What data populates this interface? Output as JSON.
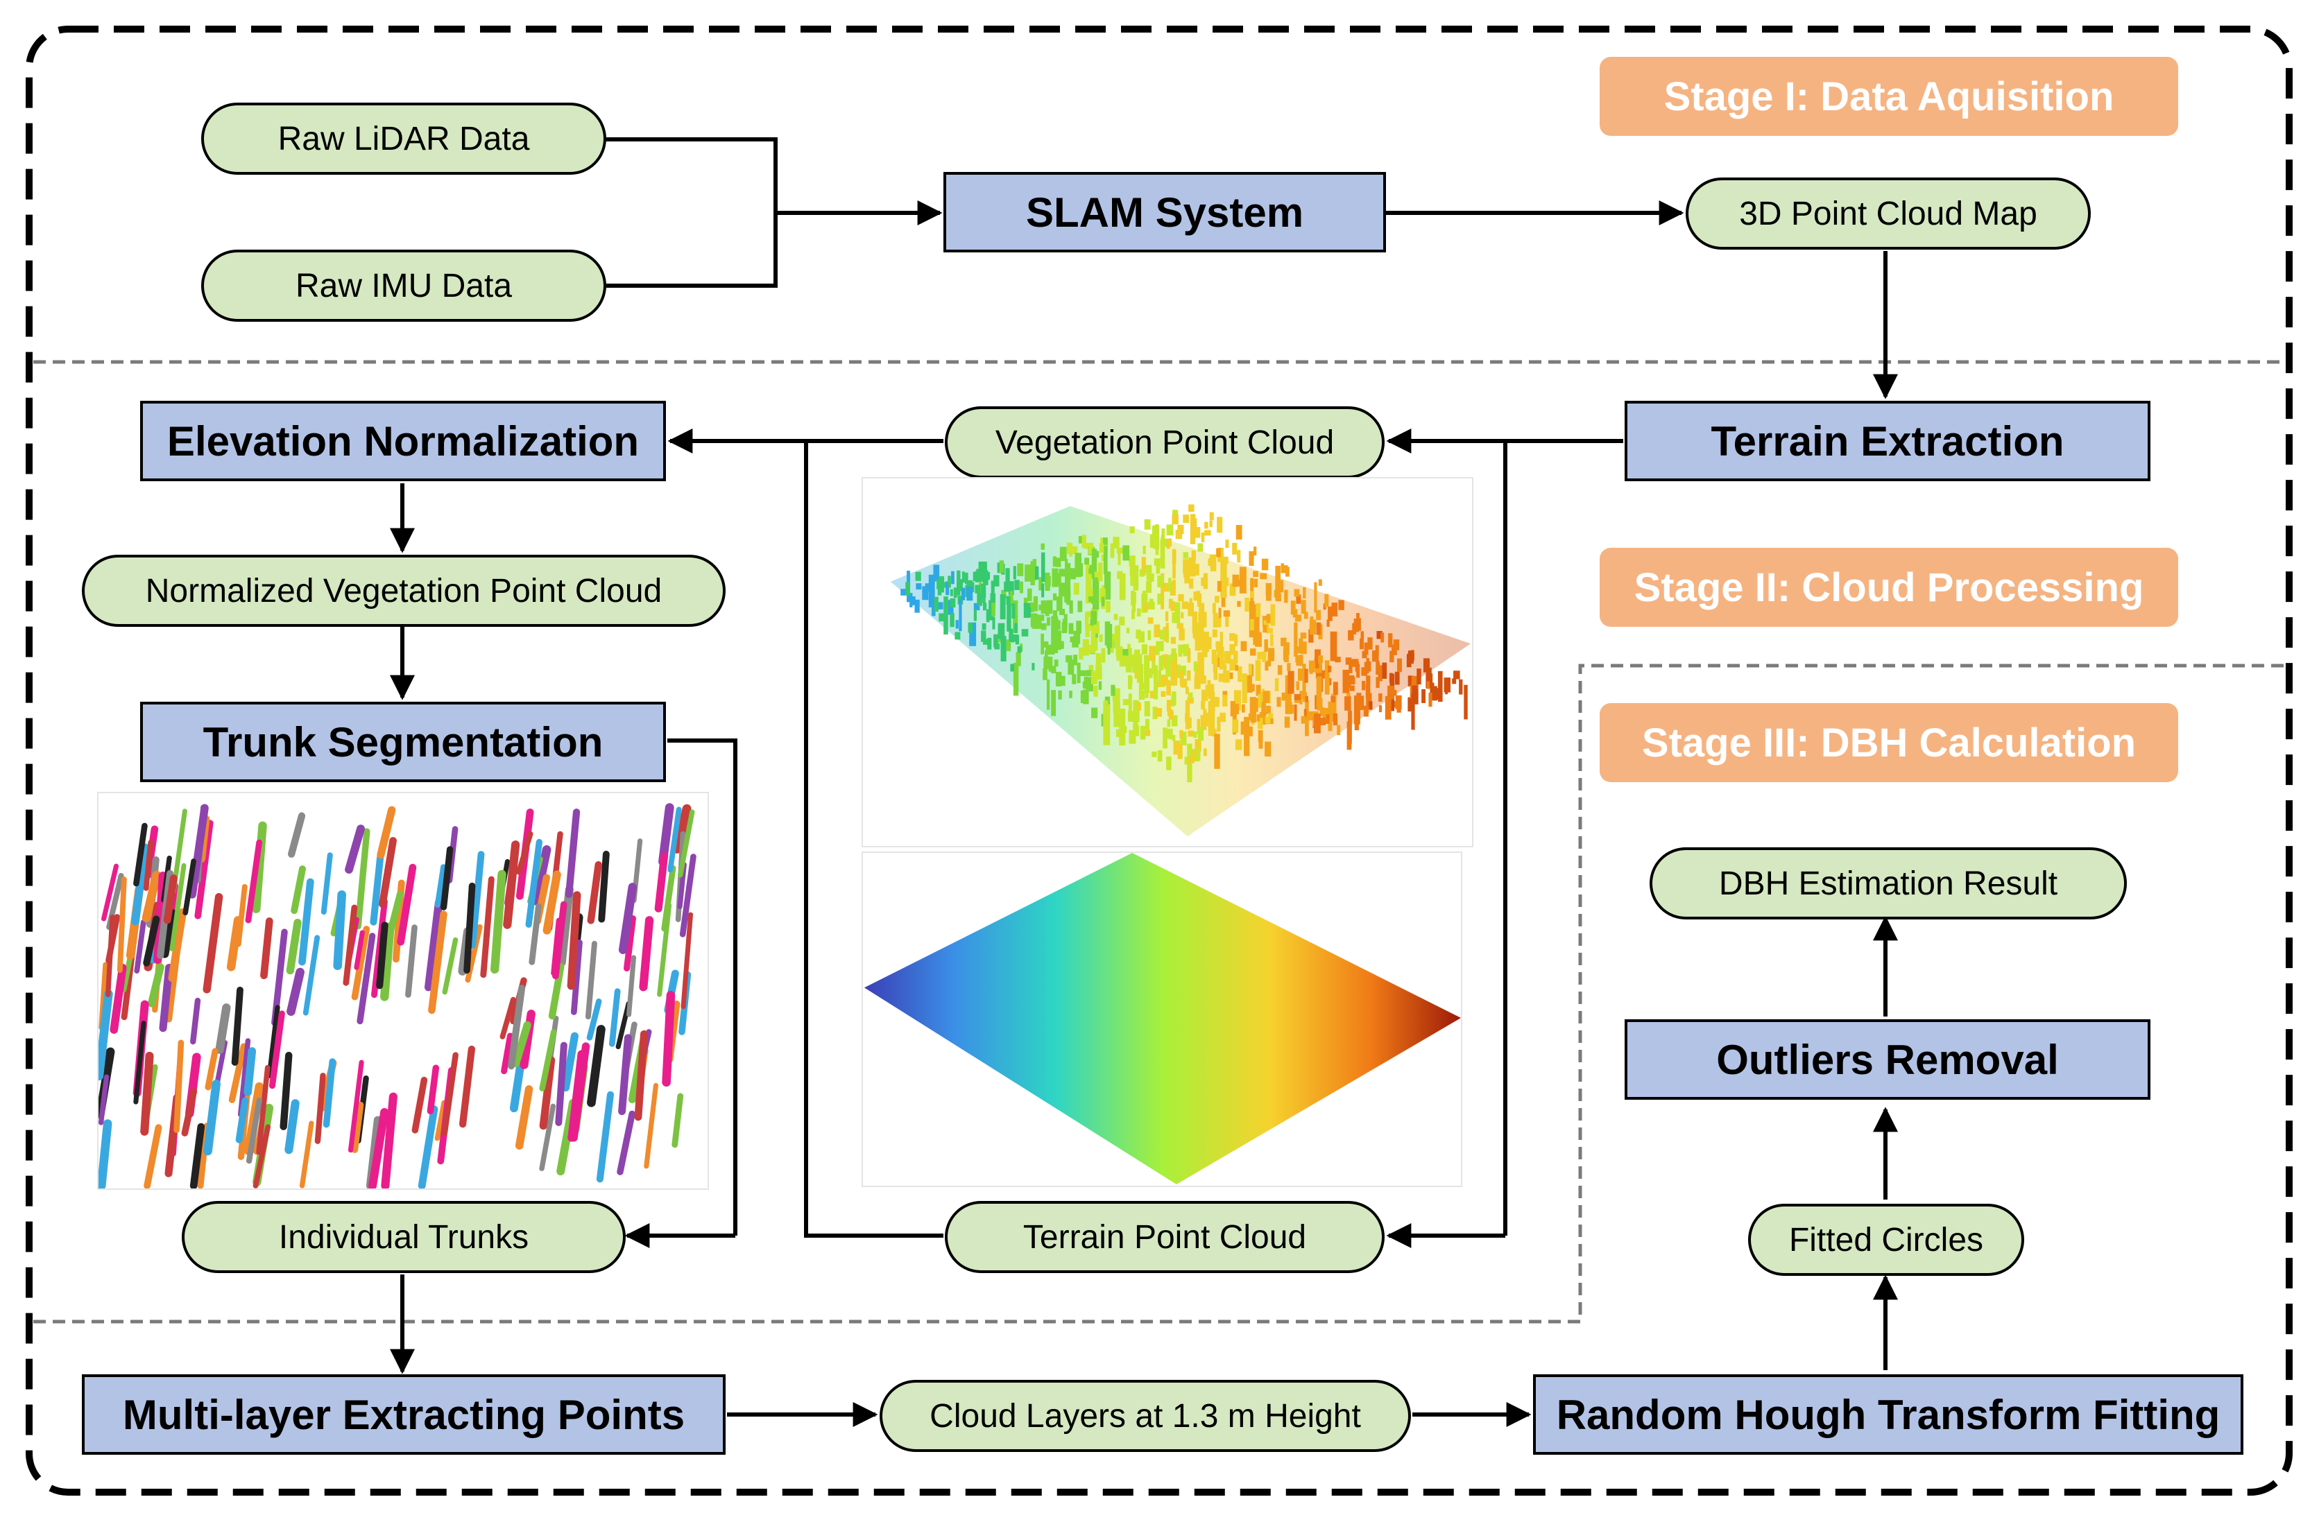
{
  "stages": {
    "s1": "Stage I: Data Aquisition",
    "s2": "Stage II: Cloud Processing",
    "s3": "Stage III: DBH Calculation"
  },
  "nodes": {
    "raw_lidar": "Raw LiDAR Data",
    "raw_imu": "Raw IMU Data",
    "slam": "SLAM System",
    "point_cloud_map": "3D Point Cloud Map",
    "terrain_extraction": "Terrain Extraction",
    "vegetation_cloud": "Vegetation Point Cloud",
    "elevation_norm": "Elevation Normalization",
    "normalized_cloud": "Normalized Vegetation Point Cloud",
    "trunk_seg": "Trunk Segmentation",
    "individual_trunks": "Individual Trunks",
    "terrain_cloud": "Terrain Point Cloud",
    "multilayer": "Multi-layer Extracting Points",
    "cloud_layers": "Cloud Layers at 1.3 m Height",
    "hough": "Random Hough Transform Fitting",
    "fitted_circles": "Fitted Circles",
    "outliers": "Outliers Removal",
    "dbh_result": "DBH Estimation Result"
  },
  "colors": {
    "process_box": "#b3c3e6",
    "data_pill": "#d5e8c1",
    "stage_label": "#f5b381",
    "trunk_palette": [
      "#e91e8c",
      "#3aa8e0",
      "#222222",
      "#8a8a8a",
      "#f08a2c",
      "#7cc242",
      "#8e44ad",
      "#c83c3c"
    ]
  }
}
